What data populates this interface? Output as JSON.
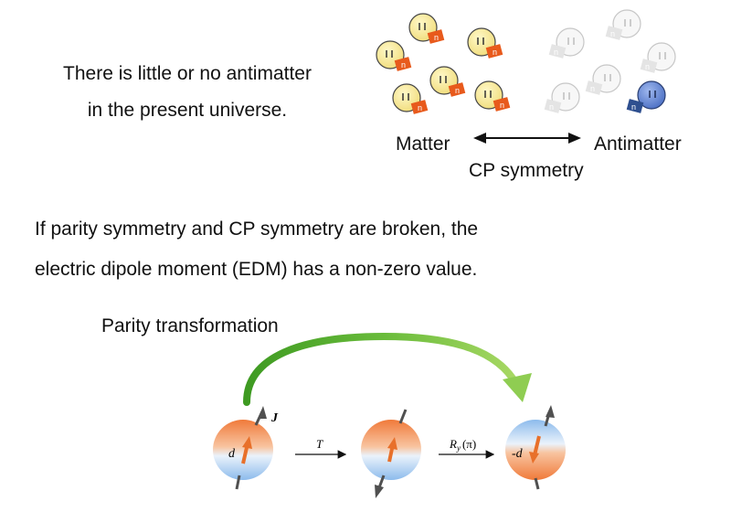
{
  "intro": {
    "line1": "There is little or no antimatter",
    "line2": "in the present universe."
  },
  "cp_diagram": {
    "matter_label": "Matter",
    "antimatter_label": "Antimatter",
    "symmetry_label": "CP symmetry",
    "particle_badge": "n",
    "colors": {
      "matter_face": "#f5e79a",
      "matter_badge": "#e85a1c",
      "antimatter_ghost": "#d9d9d9",
      "antimatter_face": "#5b7fcf",
      "antimatter_badge": "#2e4f8f"
    }
  },
  "edm_text": {
    "line1": "If parity symmetry and CP symmetry are broken, the",
    "line2": "electric dipole moment (EDM) has a non-zero value."
  },
  "parity_diagram": {
    "title": "Parity transformation",
    "spin_label": "J",
    "dipole_label_initial": "d",
    "dipole_label_final": "-d",
    "operation_t": "T",
    "operation_ry": "R",
    "operation_ry_sub": "y",
    "operation_ry_arg": "(π)",
    "colors": {
      "arc": "#4caa2a",
      "dipole_arrow": "#e8702a",
      "spin_arrow": "#505050",
      "sphere_warm": "#f08040",
      "sphere_cool": "#7fb0e6"
    }
  }
}
